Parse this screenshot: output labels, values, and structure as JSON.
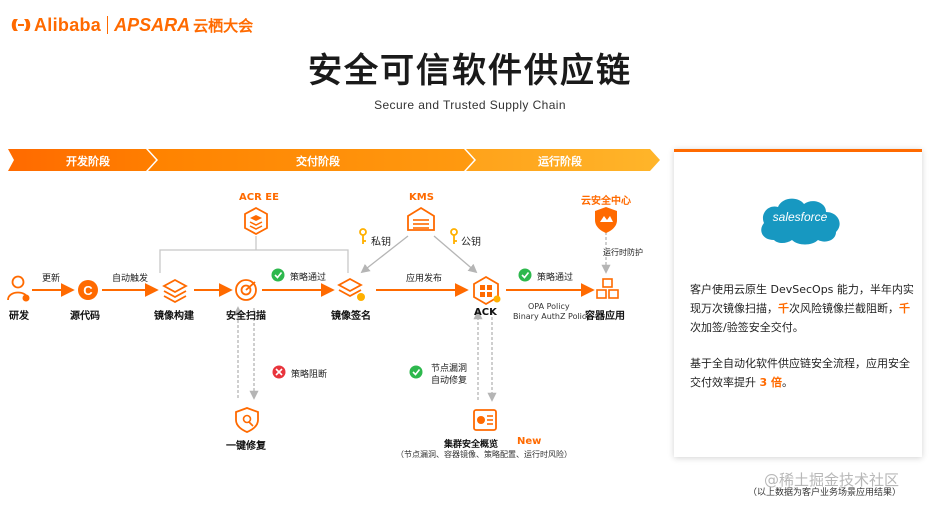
{
  "header": {
    "logo_brand": "Alibaba",
    "logo_event": "APSARA",
    "logo_cn": "云栖大会",
    "title": "安全可信软件供应链",
    "subtitle": "Secure and Trusted Supply Chain"
  },
  "phases": [
    "开发阶段",
    "交付阶段",
    "运行阶段"
  ],
  "nodes": {
    "dev": "研发",
    "source": "源代码",
    "build": "镜像构建",
    "scan": "安全扫描",
    "sign": "镜像签名",
    "ack": "ACK",
    "app": "容器应用",
    "acr": "ACR EE",
    "kms": "KMS",
    "cloud_security": "云安全中心",
    "fix": "一键修复",
    "overview": "集群安全概览"
  },
  "edges": {
    "update": "更新",
    "auto_trigger": "自动触发",
    "policy_pass": "策略通过",
    "release": "应用发布",
    "policy_pass_2": "策略通过",
    "private_key": "私钥",
    "public_key": "公钥",
    "runtime_protect": "运行时防护",
    "policy_block": "策略阻断",
    "node_patch_1": "节点漏洞",
    "node_patch_2": "自动修复",
    "opa_1": "OPA Policy",
    "opa_2": "Binary AuthZ Policy",
    "overview_new": "New",
    "overview_detail": "（节点漏洞、容器镜像、策略配置、运行时风险）"
  },
  "card": {
    "brand": "salesforce",
    "para1_a": "客户使用云原生 DevSecOps 能力，半年内实现万次镜像扫描，",
    "para1_k1": "千",
    "para1_b": "次风险镜像拦截阻断，",
    "para1_k2": "千",
    "para1_c": "次加签/验签安全交付。",
    "para2_a": "基于全自动化软件供应链安全流程，应用安全交付效率提升 ",
    "para2_k": "3 倍",
    "para2_b": "。"
  },
  "footnote": "（以上数据为客户业务场景应用结果）",
  "watermark": "@稀土掘金技术社区",
  "colors": {
    "accent": "#ff6a00",
    "accent_light": "#ffa21a",
    "check_green": "#2db84d",
    "block_red": "#e8343c",
    "salesforce_blue": "#1798c1"
  }
}
